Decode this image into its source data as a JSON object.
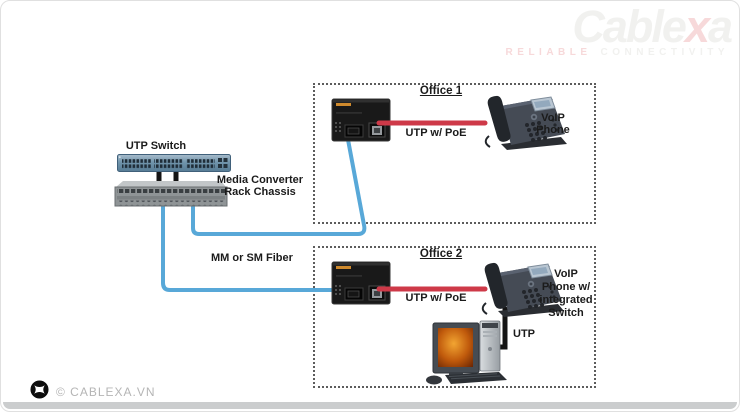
{
  "page": {
    "watermark": {
      "name_part1": "Cable",
      "name_accent": "x",
      "name_part2": "a",
      "tagline_word1": "RELIABLE",
      "tagline_word2": "CONNECTIVITY"
    },
    "footer": {
      "copyright": "© CABLEXA.VN"
    }
  },
  "backbone": {
    "switch_label": "UTP Switch",
    "chassis_label": "Media Converter\nRack Chassis",
    "fiber_label": "MM or SM Fiber"
  },
  "office1": {
    "title": "Office 1",
    "poe_cable_label": "UTP w/ PoE",
    "phone_label": "VoIP\nPhone"
  },
  "office2": {
    "title": "Office 2",
    "poe_cable_label": "UTP w/ PoE",
    "phone_label": "VoIP\nPhone w/\nintegrated\nSwitch",
    "utp_cable_label": "UTP"
  },
  "colors": {
    "fiber_blue": "#58a8d8",
    "poe_red": "#ce3948",
    "utp_black": "#141414",
    "label_text": "#1b1b1b"
  }
}
